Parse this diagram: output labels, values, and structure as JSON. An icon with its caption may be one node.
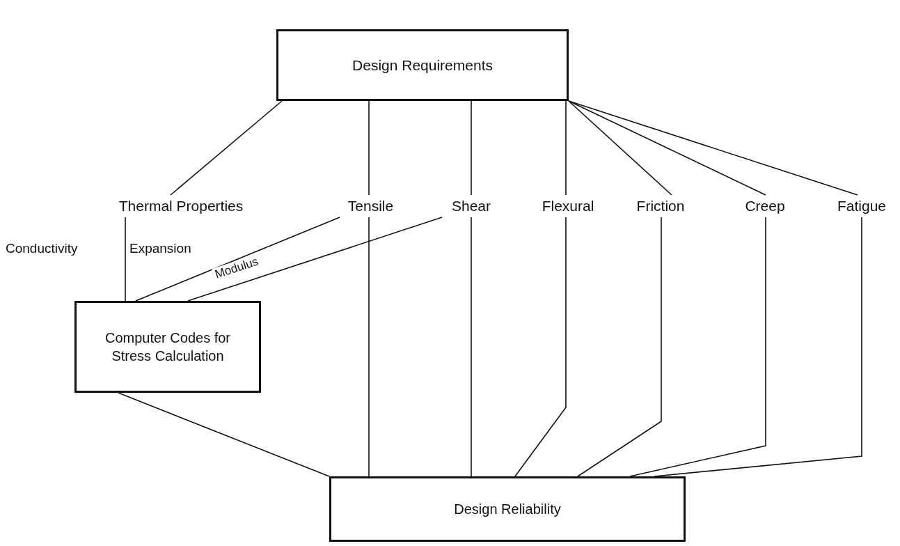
{
  "diagram": {
    "nodes": [
      {
        "text": [
          "Design Requirements"
        ]
      },
      {
        "text": [
          "Thermal Properties"
        ]
      },
      {
        "text": [
          "Tensile"
        ]
      },
      {
        "text": [
          "Shear"
        ]
      },
      {
        "text": [
          "Flexural"
        ]
      },
      {
        "text": [
          "Friction"
        ]
      },
      {
        "text": [
          "Creep"
        ]
      },
      {
        "text": [
          "Fatigue"
        ]
      },
      {
        "text": [
          "Computer Codes for Stress Calculation"
        ]
      },
      {
        "text": [
          "Design Reliability"
        ]
      }
    ],
    "edges": [
      {
        "from": 0,
        "to": 1,
        "arrow": "none"
      },
      {
        "from": 0,
        "to": 2,
        "arrow": "none"
      },
      {
        "from": 0,
        "to": 3,
        "arrow": "none"
      },
      {
        "from": 0,
        "to": 4,
        "arrow": "none"
      },
      {
        "from": 0,
        "to": 5,
        "arrow": "none"
      },
      {
        "from": 0,
        "to": 6,
        "arrow": "none"
      },
      {
        "from": 0,
        "to": 7,
        "arrow": "none"
      },
      {
        "from": 1,
        "to": 8,
        "arrow": "none"
      },
      {
        "from": 2,
        "to": 8,
        "arrow": "none"
      },
      {
        "from": 3,
        "to": 8,
        "arrow": "none",
        "label": "Modulus"
      },
      {
        "from": 2,
        "to": 9,
        "arrow": "none"
      },
      {
        "from": 3,
        "to": 9,
        "arrow": "none"
      },
      {
        "from": 4,
        "to": 9,
        "arrow": "none"
      },
      {
        "from": 5,
        "to": 9,
        "arrow": "none"
      },
      {
        "from": 6,
        "to": 9,
        "arrow": "none"
      },
      {
        "from": 7,
        "to": 9,
        "arrow": "none"
      },
      {
        "from": 8,
        "to": 9,
        "arrow": "none"
      }
    ],
    "labels": [
      "Conductivity",
      "Expansion"
    ]
  }
}
